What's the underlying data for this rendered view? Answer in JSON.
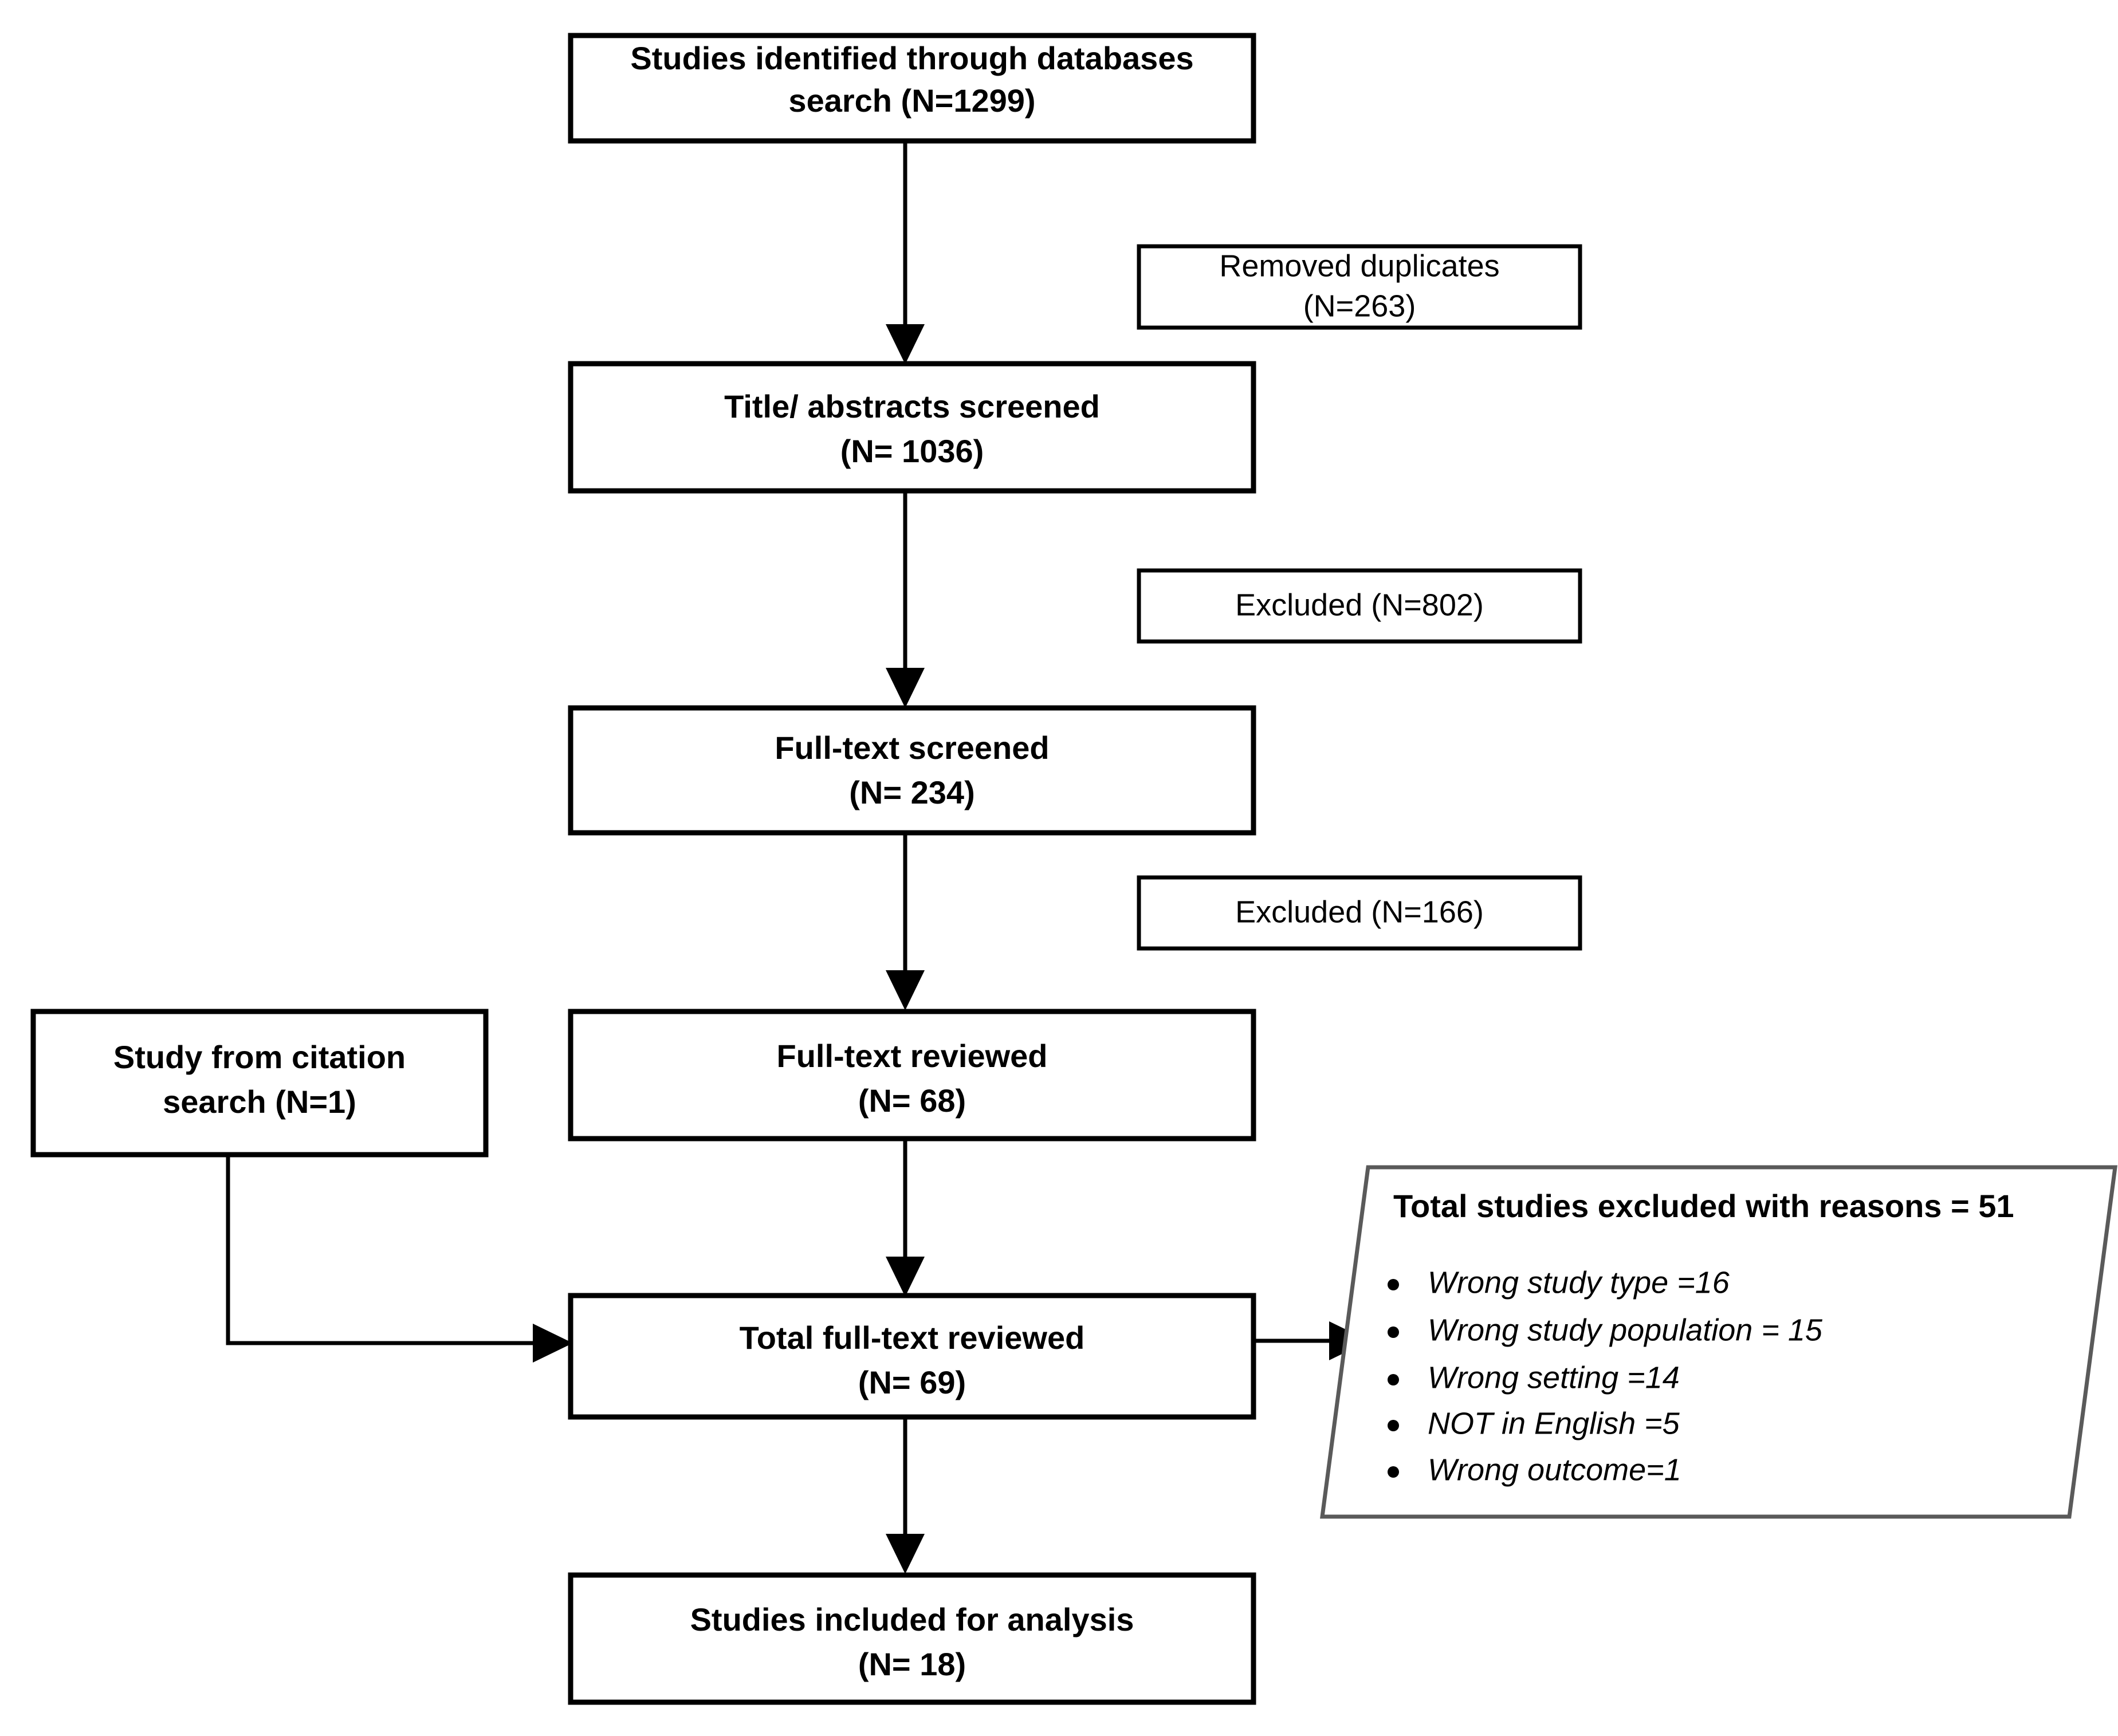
{
  "diagram": {
    "type": "prisma-flow-diagram",
    "nodes": {
      "identified": {
        "line1": "Studies identified through databases",
        "line2": "search  (N=1299)",
        "shape": "rectangle",
        "emphasis": "bold"
      },
      "duplicates": {
        "line1": "Removed duplicates",
        "line2": "(N=263)",
        "shape": "rectangle",
        "emphasis": "regular"
      },
      "screened_titles": {
        "line1": "Title/ abstracts screened",
        "line2": "(N= 1036)",
        "shape": "rectangle",
        "emphasis": "bold"
      },
      "excluded_1": {
        "line1": "Excluded (N=802)",
        "shape": "rectangle",
        "emphasis": "regular"
      },
      "fulltext_screened": {
        "line1": "Full-text screened",
        "line2": "(N= 234)",
        "shape": "rectangle",
        "emphasis": "bold"
      },
      "excluded_2": {
        "line1": "Excluded (N=166)",
        "shape": "rectangle",
        "emphasis": "regular"
      },
      "citation_study": {
        "line1": "Study from citation",
        "line2": "search (N=1)",
        "shape": "rectangle",
        "emphasis": "bold"
      },
      "fulltext_reviewed": {
        "line1": "Full-text reviewed",
        "line2": "(N= 68)",
        "shape": "rectangle",
        "emphasis": "bold"
      },
      "total_fulltext_reviewed": {
        "line1": "Total full-text reviewed",
        "line2": "(N= 69)",
        "shape": "rectangle",
        "emphasis": "bold"
      },
      "excluded_reasons": {
        "heading": "Total studies excluded with reasons = 51",
        "shape": "parallelogram",
        "emphasis": "bold",
        "items": [
          "Wrong study type =16",
          "Wrong study population = 15",
          "Wrong setting =14",
          "NOT in English =5",
          "Wrong outcome=1"
        ]
      },
      "included": {
        "line1": "Studies included for analysis",
        "line2": "(N= 18)",
        "shape": "rectangle",
        "emphasis": "bold"
      }
    },
    "colors": {
      "stroke": "#000000",
      "parallelogram_stroke": "#5a5a5a",
      "fill": "#ffffff",
      "text": "#000000"
    }
  }
}
